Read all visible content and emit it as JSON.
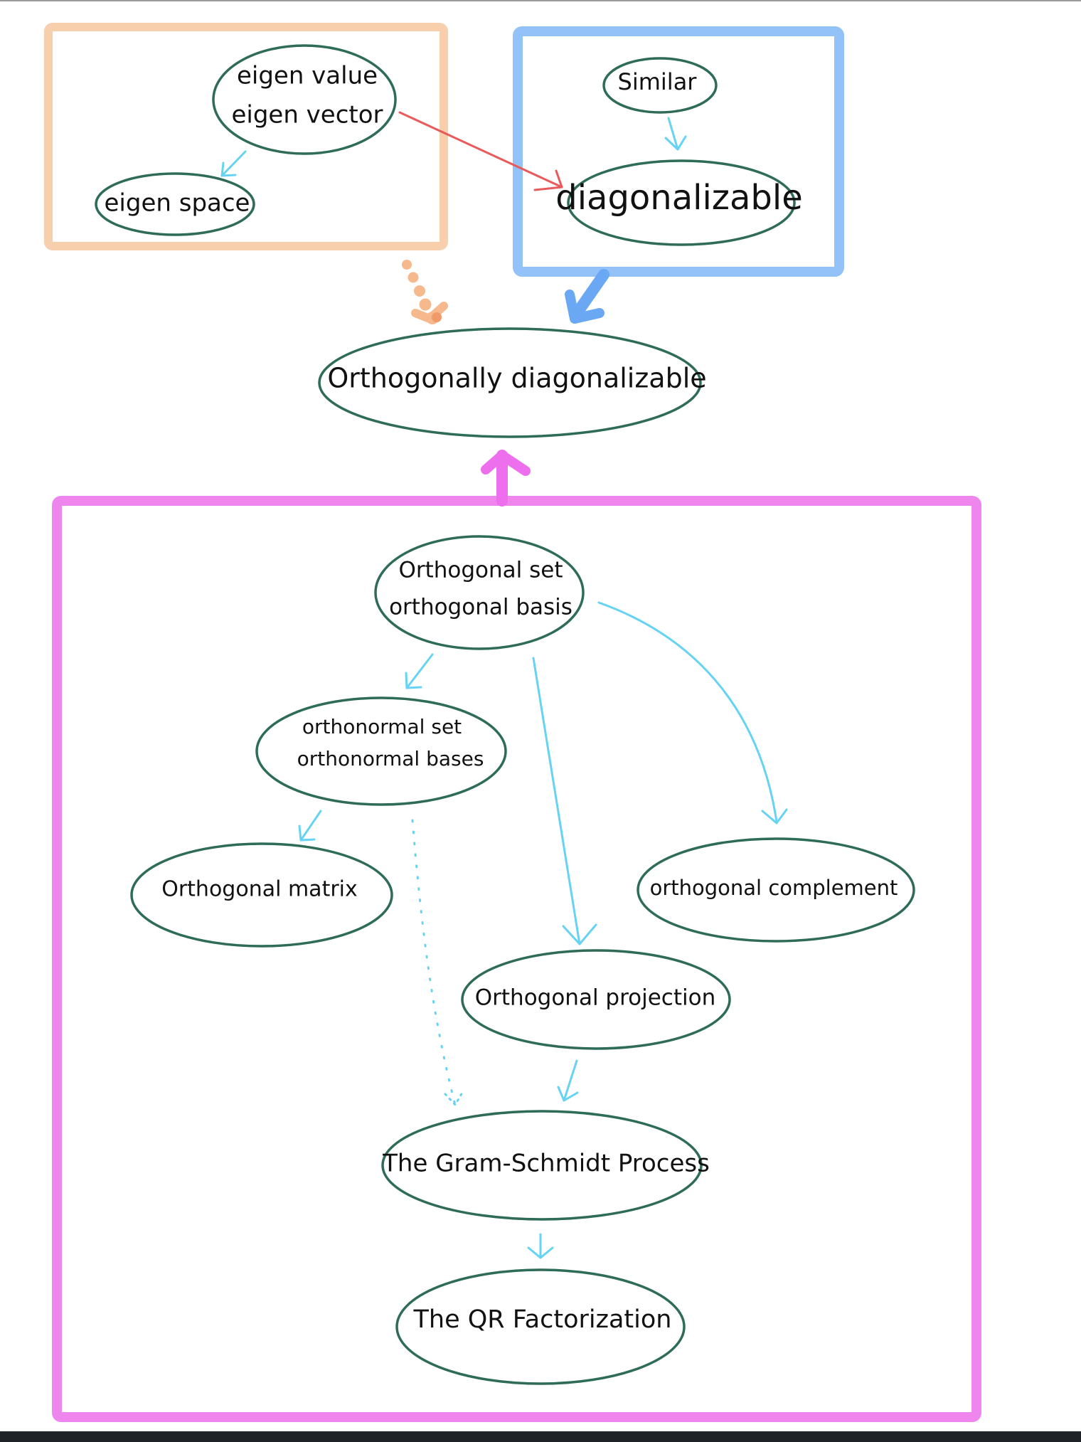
{
  "colors": {
    "node_stroke": "#2e6b58",
    "frame_eigen": "#f8cfad",
    "frame_similar": "#93c2f8",
    "frame_orthogonal": "#ee86ee",
    "arrow_light_blue": "#66d3f3",
    "arrow_red": "#ea5a5a",
    "arrow_orange": "#f6b98e",
    "arrow_blue": "#6aa8f4",
    "arrow_magenta": "#ee6fee"
  },
  "nodes": {
    "eigen_value_lines": [
      "eigen value",
      "eigen vector"
    ],
    "eigen_space": "eigen space",
    "similar": "Similar",
    "diagonalizable": "diagonalizable",
    "orthogonally_diagonalizable": "Orthogonally diagonalizable",
    "orthogonal_set_lines": [
      "Orthogonal set",
      "orthogonal basis"
    ],
    "orthonormal_set_lines": [
      "orthonormal set",
      "orthonormal bases"
    ],
    "orthogonal_matrix": "Orthogonal matrix",
    "orthogonal_complement": "orthogonal complement",
    "orthogonal_projection": "Orthogonal projection",
    "gram_schmidt": "The Gram-Schmidt Process",
    "qr_factorization": "The QR Factorization"
  },
  "edges": [
    {
      "from": "eigen value / eigen vector",
      "to": "eigen space",
      "style": "solid",
      "color": "light-blue"
    },
    {
      "from": "eigen value / eigen vector",
      "to": "diagonalizable",
      "style": "solid",
      "color": "red"
    },
    {
      "from": "similar",
      "to": "diagonalizable",
      "style": "solid",
      "color": "light-blue"
    },
    {
      "from": "eigen group",
      "to": "orthogonally diagonalizable",
      "style": "dotted",
      "color": "orange"
    },
    {
      "from": "similarity group",
      "to": "orthogonally diagonalizable",
      "style": "thick",
      "color": "blue"
    },
    {
      "from": "orthogonal group",
      "to": "orthogonally diagonalizable",
      "style": "thick",
      "color": "magenta"
    },
    {
      "from": "orthogonal set",
      "to": "orthonormal set",
      "style": "solid",
      "color": "light-blue"
    },
    {
      "from": "orthogonal set",
      "to": "orthogonal projection",
      "style": "solid",
      "color": "light-blue"
    },
    {
      "from": "orthogonal set",
      "to": "orthogonal complement",
      "style": "solid",
      "color": "light-blue"
    },
    {
      "from": "orthonormal set",
      "to": "orthogonal matrix",
      "style": "solid",
      "color": "light-blue"
    },
    {
      "from": "orthonormal set",
      "to": "gram-schmidt",
      "style": "dotted",
      "color": "light-blue"
    },
    {
      "from": "orthogonal projection",
      "to": "gram-schmidt",
      "style": "solid",
      "color": "light-blue"
    },
    {
      "from": "gram-schmidt",
      "to": "qr factorization",
      "style": "solid",
      "color": "light-blue"
    }
  ]
}
